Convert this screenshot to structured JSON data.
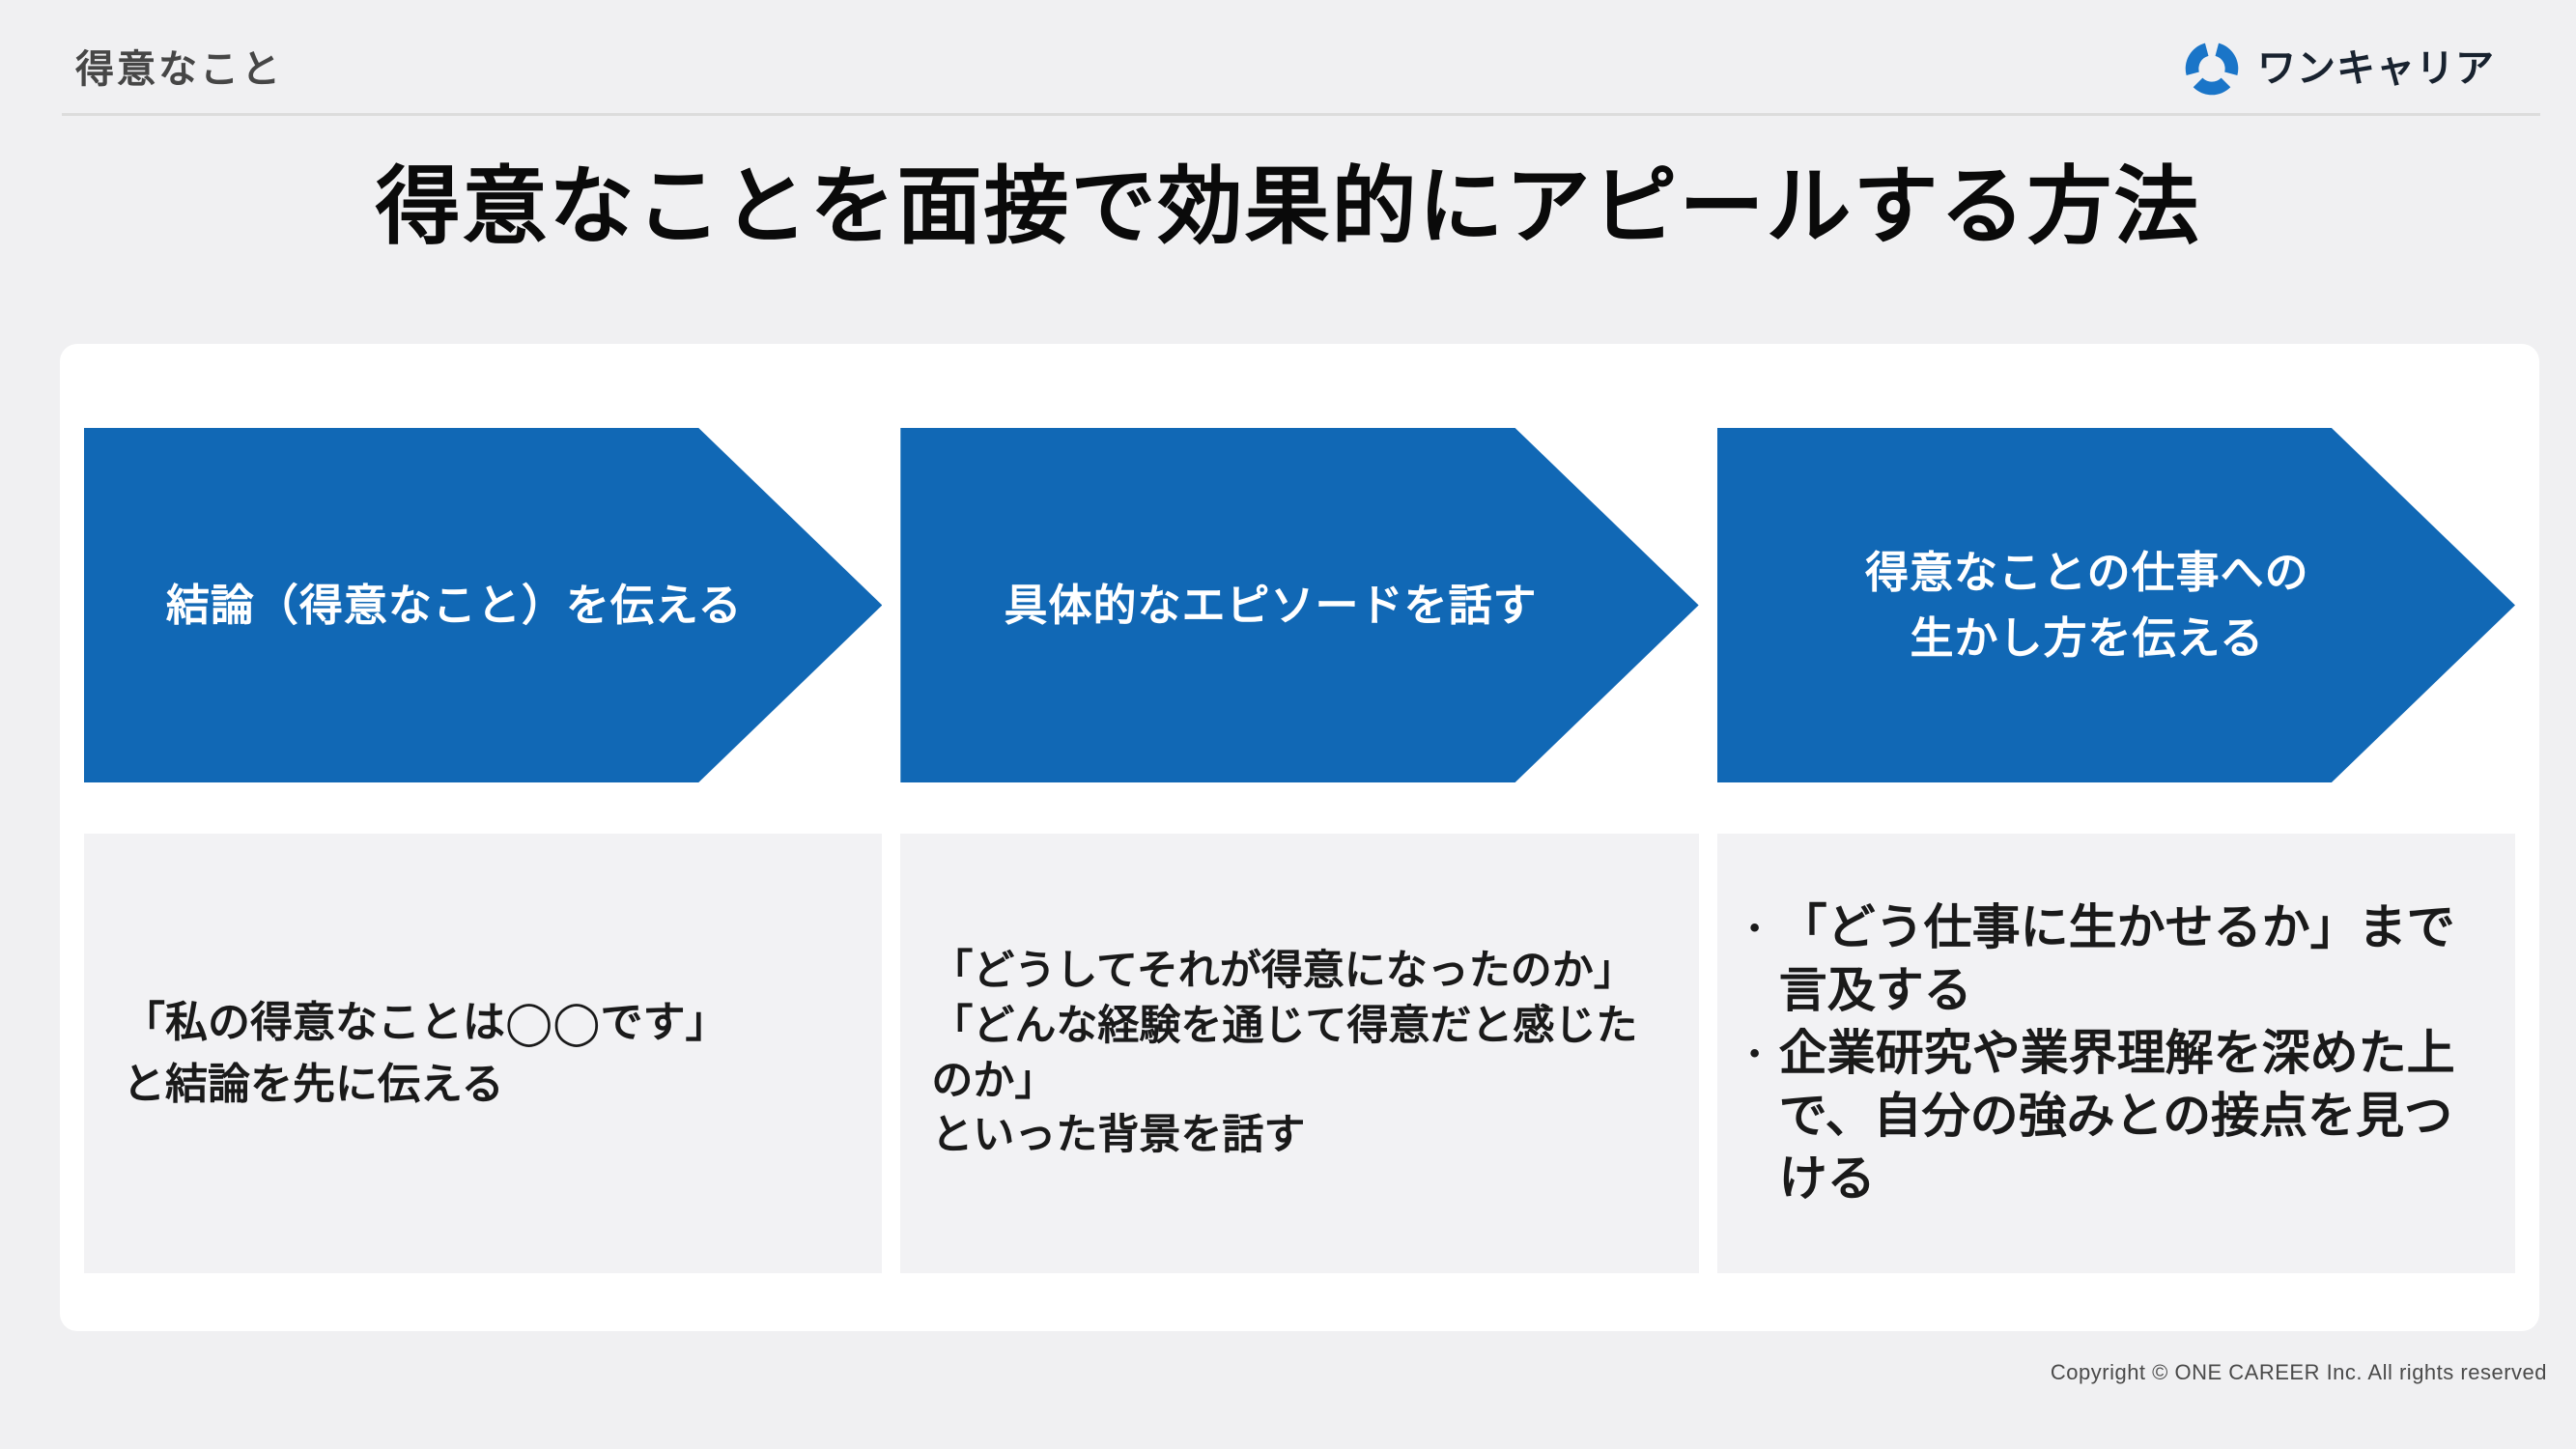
{
  "header": {
    "eyebrow": "得意なこと",
    "logo_text": "ワンキャリア",
    "logo_icon": "onecareer-swirl-icon"
  },
  "title": "得意なことを面接で効果的にアピールする方法",
  "steps": [
    {
      "arrow_lines": [
        "結論（得意なこと）を伝える"
      ],
      "description_lines": [
        "「私の得意なことは◯◯です」",
        "と結論を先に伝える"
      ]
    },
    {
      "arrow_lines": [
        "具体的なエピソードを話す"
      ],
      "description_lines": [
        "「どうしてそれが得意になったのか」",
        "「どんな経験を通じて得意だと感じたのか」",
        "といった背景を話す"
      ]
    },
    {
      "arrow_lines": [
        "得意なことの仕事への",
        "生かし方を伝える"
      ],
      "bullets": [
        "「どう仕事に生かせるか」まで言及する",
        "企業研究や業界理解を深めた上で、自分の強みとの接点を見つける"
      ]
    }
  ],
  "footer": {
    "copyright": "Copyright © ONE CAREER Inc. All rights reserved"
  },
  "colors": {
    "page_bg": "#f0f0f2",
    "card_bg": "#ffffff",
    "arrow_blue": "#1168b5",
    "box_bg": "#f2f2f4",
    "logo_blue": "#1a75c8",
    "logo_text_color": "#18222f",
    "title_color": "#0a0a0a",
    "eyebrow_color": "#464646",
    "body_text_color": "#1a1a1a",
    "divider_color": "#dcdcdc",
    "copyright_color": "#4a4a4a"
  }
}
